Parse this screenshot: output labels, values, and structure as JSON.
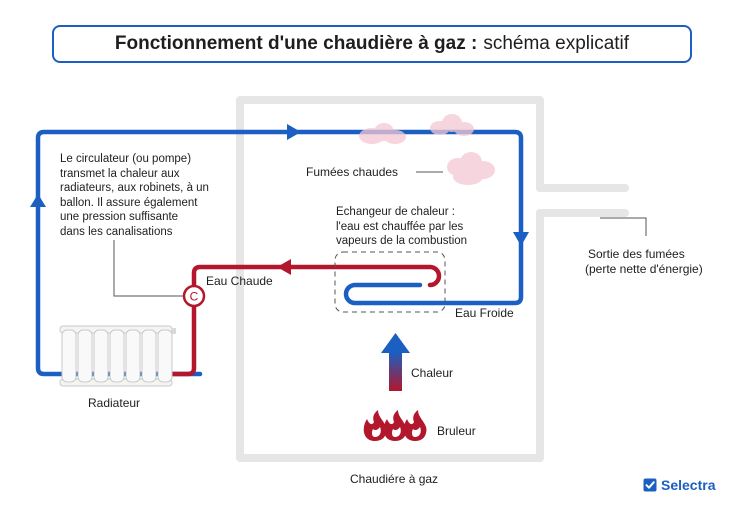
{
  "title": {
    "bold": "Fonctionnement d'une chaudière à gaz :",
    "regular": "schéma explicatif"
  },
  "labels": {
    "circulator_desc": "Le circulateur (ou pompe)\ntransmet la chaleur aux\nradiateurs, aux robinets, à un\nballon. Il assure également\nune pression suffisante\ndans les canalisations",
    "circulator_symbol": "C",
    "hot_fumes": "Fumées chaudes",
    "exchanger_desc": "Echangeur de chaleur :\nl'eau est chauffée par les\nvapeurs de la combustion",
    "hot_water": "Eau Chaude",
    "cold_water": "Eau Froide",
    "fumes_exit_line1": "Sortie des fumées",
    "fumes_exit_line2": "(perte nette d'énergie)",
    "heat": "Chaleur",
    "burner": "Bruleur",
    "radiator": "Radiateur",
    "boiler": "Chaudiére à gaz"
  },
  "brand": "Selectra",
  "icons": [
    "radiator-icon",
    "flame-icon",
    "cloud-icon",
    "circulator-icon",
    "check-icon"
  ],
  "colors": {
    "blue": "#1a5fc1",
    "red": "#b2172c",
    "grey": "#e6e6e6",
    "cloud": "#f5c8d3"
  }
}
